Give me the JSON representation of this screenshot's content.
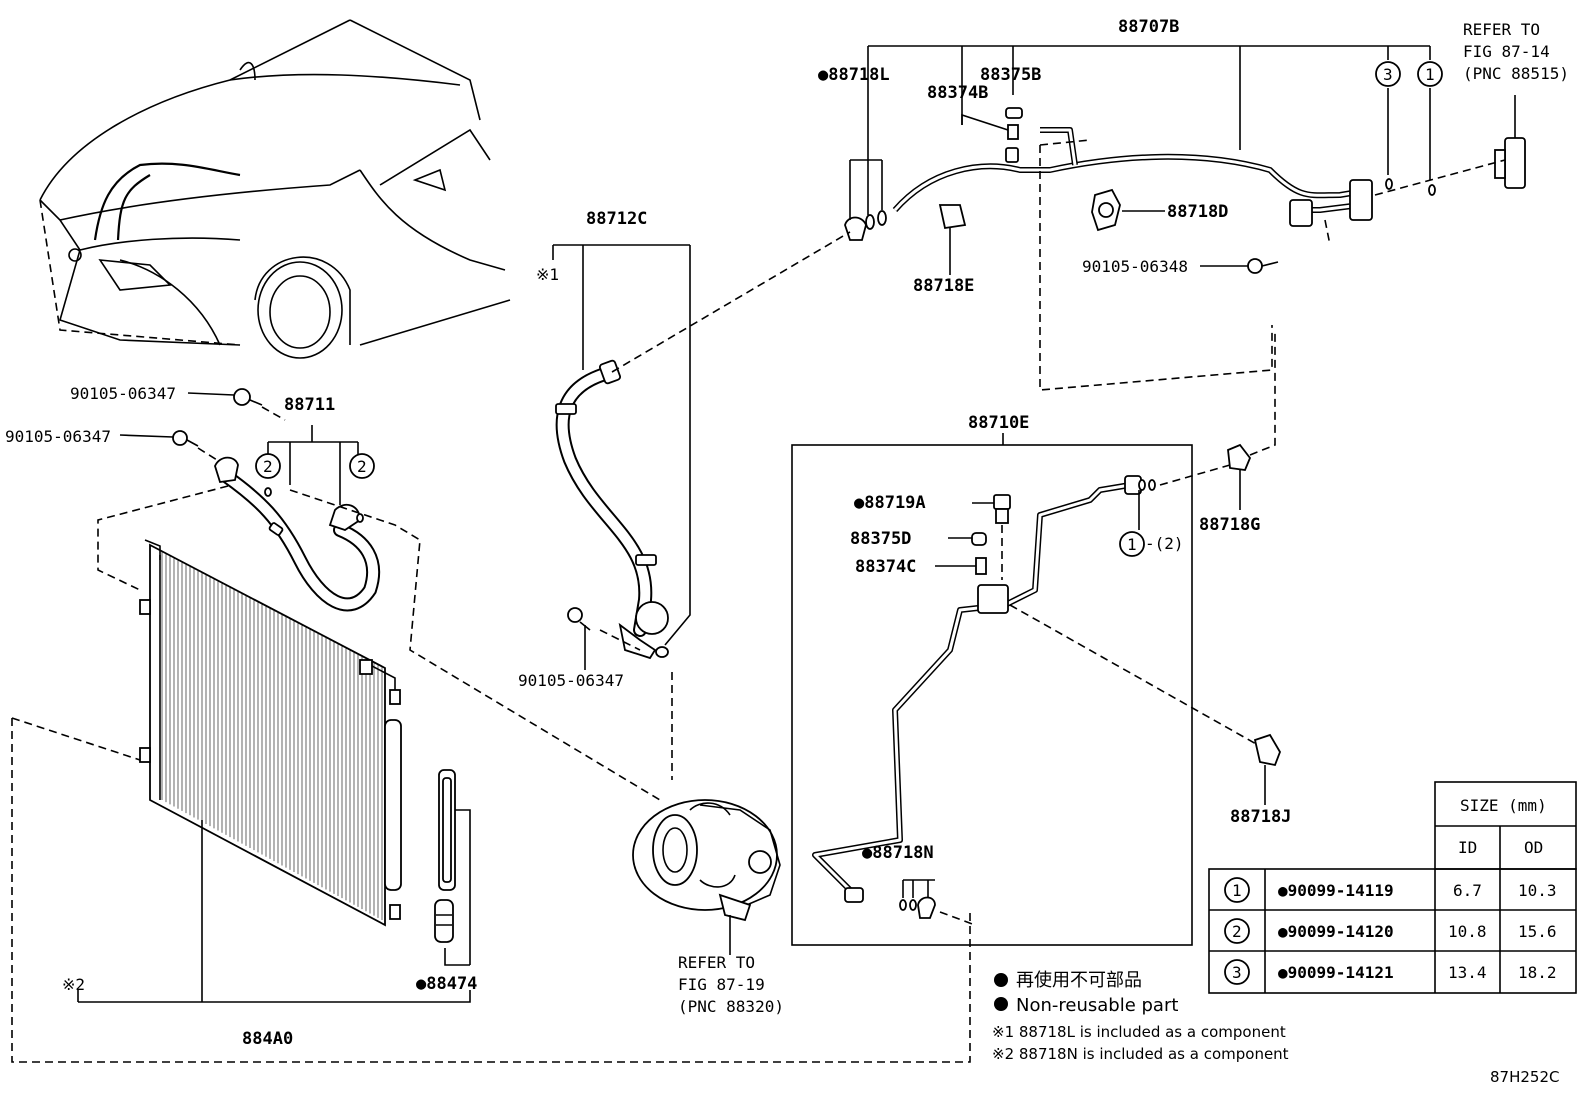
{
  "labels": {
    "p88707B": "88707B",
    "refer_87_14_l1": "REFER TO",
    "refer_87_14_l2": "FIG 87-14",
    "refer_87_14_l3": "(PNC 88515)",
    "p88718L": "●88718L",
    "p88375B": "88375B",
    "p88374B": "88374B",
    "p88718D": "88718D",
    "p88718E": "88718E",
    "p90105_06348": "90105-06348",
    "p88712C": "88712C",
    "mark1": "※1",
    "p90105_06347_a": "90105-06347",
    "p90105_06347_b": "90105-06347",
    "p88711": "88711",
    "p90105_06347_c": "90105-06347",
    "p88710E": "88710E",
    "p88719A": "●88719A",
    "p88375D": "88375D",
    "p88374C": "88374C",
    "p88718G": "88718G",
    "ring1_note": "-(2)",
    "p88718J": "88718J",
    "p88718N": "●88718N",
    "p88474": "●88474",
    "mark2": "※2",
    "p884A0": "884A0",
    "refer_87_19_l1": "REFER TO",
    "refer_87_19_l2": "FIG 87-19",
    "refer_87_19_l3": "(PNC 88320)",
    "circle1": "1",
    "circle2": "2",
    "circle3": "3",
    "figure_code": "87H252C"
  },
  "legend": {
    "jp_line": "再使用不可部品",
    "en_line": "Non-reusable part",
    "note1": "※1 88718L is included as a component",
    "note2": "※2 88718N is included as a component"
  },
  "size_table": {
    "header": "SIZE (mm)",
    "col_id": "ID",
    "col_od": "OD",
    "rows": [
      {
        "ref": "1",
        "part": "●90099-14119",
        "id": "6.7",
        "od": "10.3"
      },
      {
        "ref": "2",
        "part": "●90099-14120",
        "id": "10.8",
        "od": "15.6"
      },
      {
        "ref": "3",
        "part": "●90099-14121",
        "id": "13.4",
        "od": "18.2"
      }
    ]
  }
}
